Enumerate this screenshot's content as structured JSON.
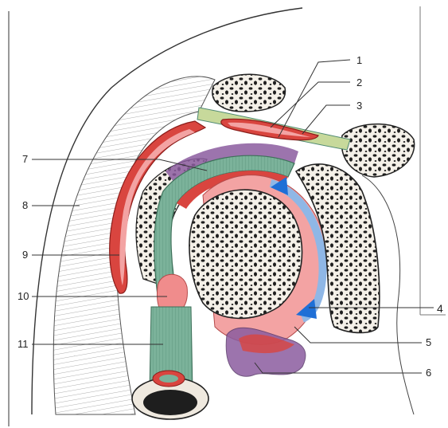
{
  "colors": {
    "bone": "#efe9df",
    "bone_outline": "#2a2a2a",
    "marrow_dots": "#1e1e1e",
    "cartilage_pink": "#f3a3a3",
    "bursa_red": "#d9453f",
    "synovial_green": "#7bb29a",
    "capsule_blue": "#8fb7e6",
    "blue_wedge": "#1f6fd6",
    "purple": "#8b5c9f",
    "muscle_line": "#8a8a8a"
  },
  "callouts": [
    {
      "label": "1"
    },
    {
      "label": "2"
    },
    {
      "label": "3"
    },
    {
      "label": "4"
    },
    {
      "label": "5"
    },
    {
      "label": "6"
    },
    {
      "label": "7"
    },
    {
      "label": "8"
    },
    {
      "label": "9"
    },
    {
      "label": "10"
    },
    {
      "label": "11"
    }
  ]
}
